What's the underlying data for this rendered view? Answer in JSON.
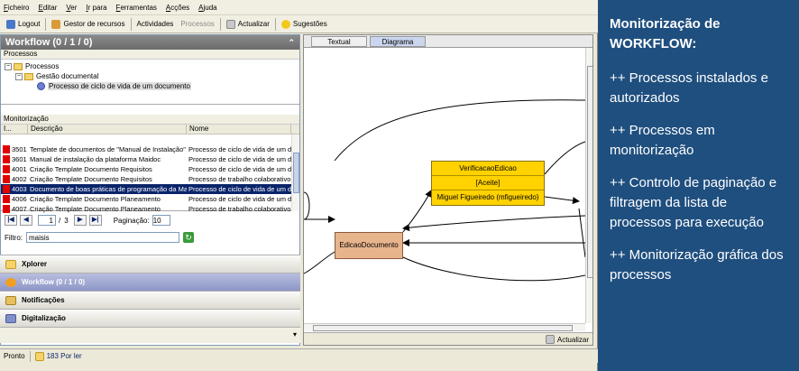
{
  "menu": [
    "Ficheiro",
    "Editar",
    "Ver",
    "Ir para",
    "Ferramentas",
    "Acções",
    "Ajuda"
  ],
  "toolbar": {
    "logout": "Logout",
    "resources": "Gestor de recursos",
    "activities": "Actividades",
    "processes": "Processos",
    "refresh": "Actualizar",
    "suggestions": "Sugestões"
  },
  "workflow": {
    "title": "Workflow (0 / 1 / 0)",
    "processes_label": "Processos",
    "tree": {
      "root": "Processos",
      "child": "Gestão documental",
      "leaf": "Processo de ciclo de vida de um documento"
    },
    "monitor_label": "Monitorização",
    "table": {
      "headers": [
        "I...",
        "Descrição",
        "Nome"
      ],
      "rows": [
        {
          "id": "3501",
          "desc": "Template de documentos de \"Manual de Instalação\"",
          "name": "Processo de ciclo de vida de um documento"
        },
        {
          "id": "3601",
          "desc": "Manual de instalação da plataforma Maidoc",
          "name": "Processo de ciclo de vida de um documento"
        },
        {
          "id": "4001",
          "desc": "Criação Template Documento Requisitos",
          "name": "Processo de ciclo de vida de um documento"
        },
        {
          "id": "4002",
          "desc": "Criação Template Documento Requisitos",
          "name": "Processo de trabalho colaborativo"
        },
        {
          "id": "4003",
          "desc": "Documento de boas práticas de programação da Maisis",
          "name": "Processo de ciclo de vida de um documento"
        },
        {
          "id": "4006",
          "desc": "Criação Template Documento Planeamento",
          "name": "Processo de ciclo de vida de um documento"
        },
        {
          "id": "4007",
          "desc": "Criação Template Documento Planeamento",
          "name": "Processo de trabalho colaborativo"
        }
      ]
    },
    "pager": {
      "page": "1",
      "of": "/",
      "total": "3",
      "pagination_label": "Paginação:",
      "pagination_value": "10"
    },
    "filter": {
      "label": "Filtro:",
      "value": "maisis"
    }
  },
  "accordion": [
    "Xplorer",
    "Workflow (0 / 1 / 0)",
    "Notificações",
    "Digitalização"
  ],
  "status": {
    "ready": "Pronto",
    "unread": "183 Por ler"
  },
  "diagram": {
    "tabs": [
      "Textual",
      "Diagrama"
    ],
    "node_edicao": "EdicaoDocumento",
    "node_verif": [
      "VerificacaoEdicao",
      "[Aceite]",
      "Miguel Figueiredo (mfigueiredo)"
    ],
    "refresh": "Actualizar"
  },
  "side": {
    "title": "Monitorização de WORKFLOW:",
    "points": [
      "++ Processos instalados e autorizados",
      "++ Processos em monitorização",
      "++ Controlo de paginação e filtragem da lista de processos para execução",
      "++ Monitorização gráfica dos processos"
    ]
  },
  "colors": {
    "brand_blue": "#1f4f7f",
    "selection": "#0a246a",
    "verif": "#ffd200",
    "edicao": "#e8b48c"
  }
}
